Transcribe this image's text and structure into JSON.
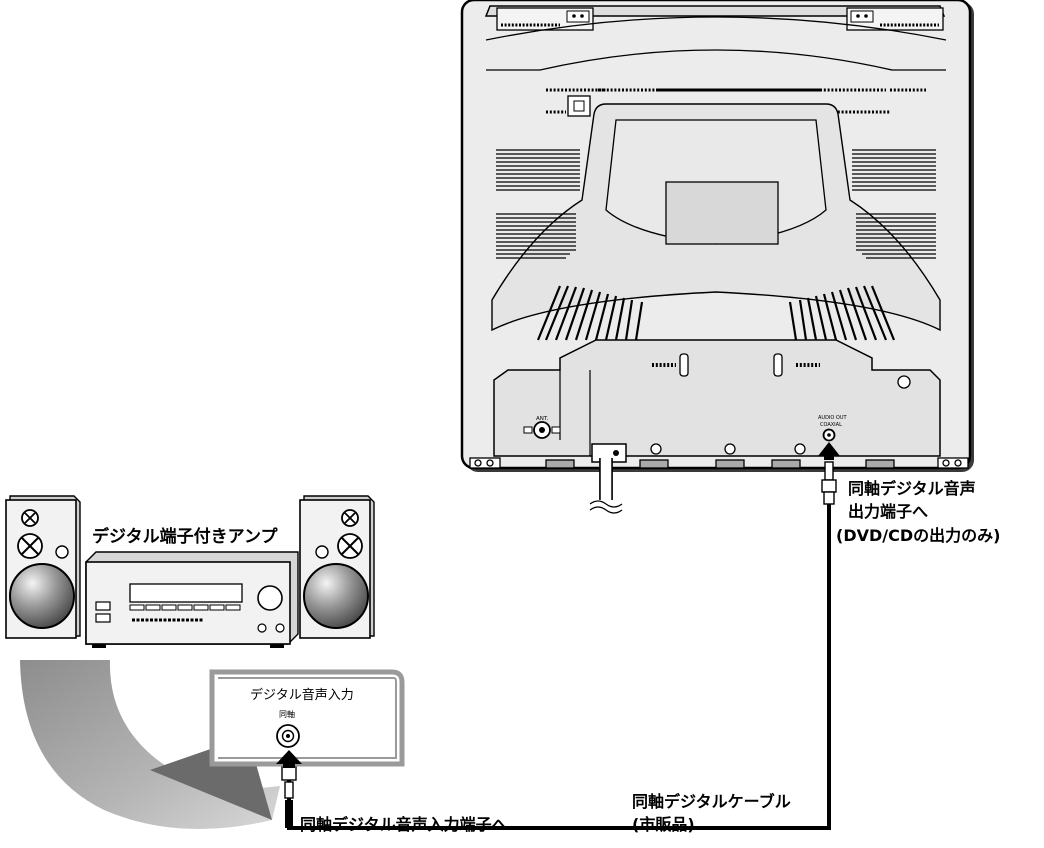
{
  "labels": {
    "amplifier": "デジタル端子付きアンプ",
    "tv_output_line1": "同軸デジタル音声",
    "tv_output_line2": "出力端子へ",
    "tv_output_line3": "(DVD/CDの出力のみ)",
    "amp_input_panel_title": "デジタル音声入力",
    "amp_input_panel_sub": "同軸",
    "amp_input_terminal": "同軸デジタル音声入力端子へ",
    "cable_line1": "同軸デジタルケーブル",
    "cable_line2": "(市販品)",
    "tv_ant": "ANT.",
    "tv_audio_out": "AUDIO OUT",
    "tv_coaxial": "COAXIAL"
  },
  "colors": {
    "line": "#000000",
    "tv_body": "#ececec",
    "tv_panel": "#d9d9d9",
    "speaker_cone_dark": "#555555",
    "panel_border": "#9a9a9a",
    "arrow_gray": "#a8a8a8"
  }
}
